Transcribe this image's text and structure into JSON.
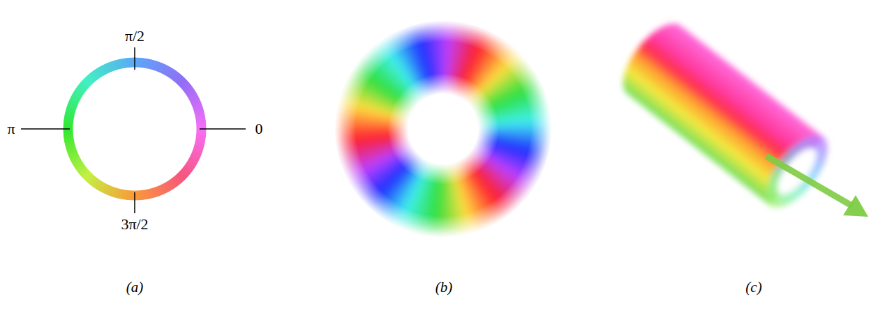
{
  "diagram": {
    "labels": [
      "π/2",
      "π",
      "0",
      "3π/2",
      "(a)",
      "(b)",
      "(c)"
    ]
  }
}
